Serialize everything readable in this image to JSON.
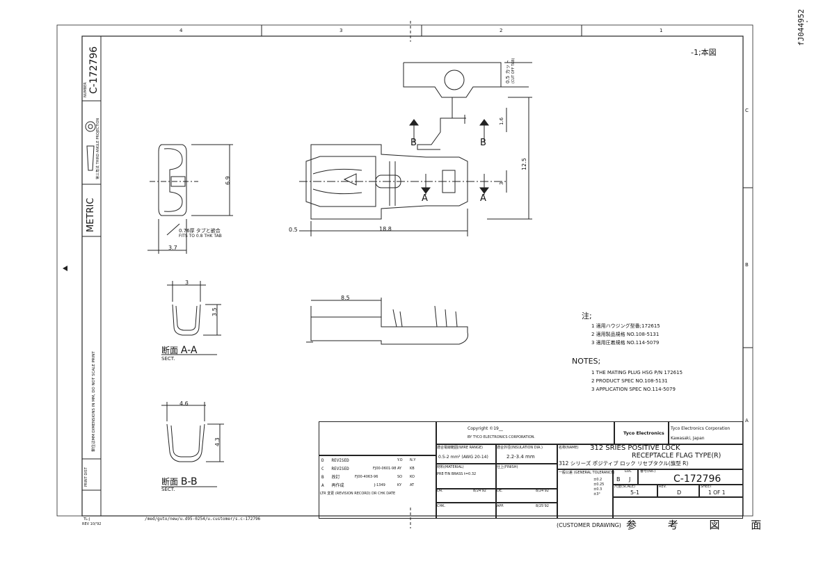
{
  "doc_id_side": "fJ044952",
  "zones": {
    "top": [
      "4",
      "3",
      "2",
      "1"
    ],
    "right": [
      "C",
      "B",
      "A"
    ]
  },
  "left_strip": {
    "number_label": "NUMBER",
    "number": "C-172796",
    "projection_label": "第三角法 THIRD ANGLE PROJECTION",
    "metric": "METRIC",
    "dimensions_note": "単位はMM DIMENSIONS IN MM, DO NOT SCALE PRINT",
    "print_dist": "PRINT DIST"
  },
  "view_label": "-1;本図",
  "dims": {
    "d_05_cut": "0.5 カット",
    "d_cut_off_tab": "(CUT OFF TAB)",
    "d_16": "1.6",
    "d_125": "12.5",
    "d_3_right": "3",
    "d_188": "18.8",
    "d_05": "0.5",
    "d_69": "6.9",
    "d_37": "3.7",
    "d_076": "0.76厚 タブと嵌合",
    "d_fits": "FITS TO 0.8 THK TAB",
    "d_85": "8.5",
    "d_3_aa": "3",
    "d_35": "3.5",
    "d_46": "4.6",
    "d_43": "4.3"
  },
  "sections": {
    "a_label": "断面",
    "a_name": "A-A",
    "a_sect": "SECT.",
    "b_label": "断面",
    "b_name": "B-B",
    "b_sect": "SECT.",
    "arrow_a": "A",
    "arrow_b": "B"
  },
  "notes_jp": {
    "title": "注;",
    "items": [
      "1 適用ハウジング型番;172615",
      "2 適用製品規格 NO.108-5131",
      "3 適用圧着規格 NO.114-5079"
    ]
  },
  "notes_en": {
    "title": "NOTES;",
    "items": [
      "1 THE MATING PLUG HSG P/N 172615",
      "2 PRODUCT SPEC NO.108-5131",
      "3 APPLICATION SPEC NO.114-5079"
    ]
  },
  "title_block": {
    "copyright": "Copyright ©19__",
    "copyright_by": "BY TYCO ELECTRONICS CORPORATION.",
    "logo": "Tyco Electronics",
    "company": "Tyco Electronics Corporation",
    "city": "Kawasaki, Japan",
    "wire_range_label": "適合電線範囲(WIRE RANGE)",
    "wire_range": "0.5-2 mm² (AWG 20-14)",
    "insul_label": "適合外径(INSULATION DIA.)",
    "insul": "2.2-3.4 mm",
    "name_label": "名称(NAME)",
    "name_en_1": "312 SRIES POSITIVE LOCK",
    "name_en_2": "RECEPTACLE FLAG TYPE(R)",
    "name_jp": "312 シリーズ ポジティブ ロック リセプタクル(旗型 R)",
    "material_label": "材料(MATERIAL)",
    "material": "PRE-TIN BRASS t=0.32",
    "finish_label": "仕上(FINISH)",
    "tolerance_label": "一般公差 (GENERAL TOLERANCE)",
    "tolerances": [
      "±0.2",
      "±0.25",
      "±0.3",
      "±3°"
    ],
    "loc_label": "LOC",
    "loc_b": "B",
    "loc_j": "J",
    "no_label": "番号(No.)",
    "drawing_no": "C-172796",
    "scale_label": "尺度(SCALE)",
    "scale": "5-1",
    "rev_label": "REV.",
    "rev": "D",
    "sheet_label": "SHEET",
    "sheet": "1 OF 1",
    "dr_label": "DR.",
    "dr_date": "8/24'92",
    "chk_label": "CHK.",
    "de_label": "DE.",
    "de_date": "8/24'92",
    "app_label": "APP.",
    "app_date": "8/25'92",
    "customer": "(CUSTOMER DRAWING)",
    "ref": "参 考 図 面"
  },
  "revisions": {
    "header": [
      "LTR",
      "変更 (REVISION RECORD)",
      "DR",
      "CHK",
      "DATE"
    ],
    "rows": [
      [
        "D",
        "REVISED",
        "",
        "Y.O",
        "N.Y"
      ],
      [
        "C",
        "REVISED",
        "FJ00-0601-98",
        "AY",
        "KB"
      ],
      [
        "B",
        "改訂",
        "FJ00-4063-96",
        "SO",
        "KO"
      ],
      [
        "A",
        "再作成",
        "J-1349",
        "KY",
        "AT"
      ]
    ]
  },
  "path_text": "/med/guto/new/u.d95-0254/u.customer/s.c-172796",
  "rev_footer_1": "TL-J",
  "rev_footer_2": "REV 10/'92"
}
